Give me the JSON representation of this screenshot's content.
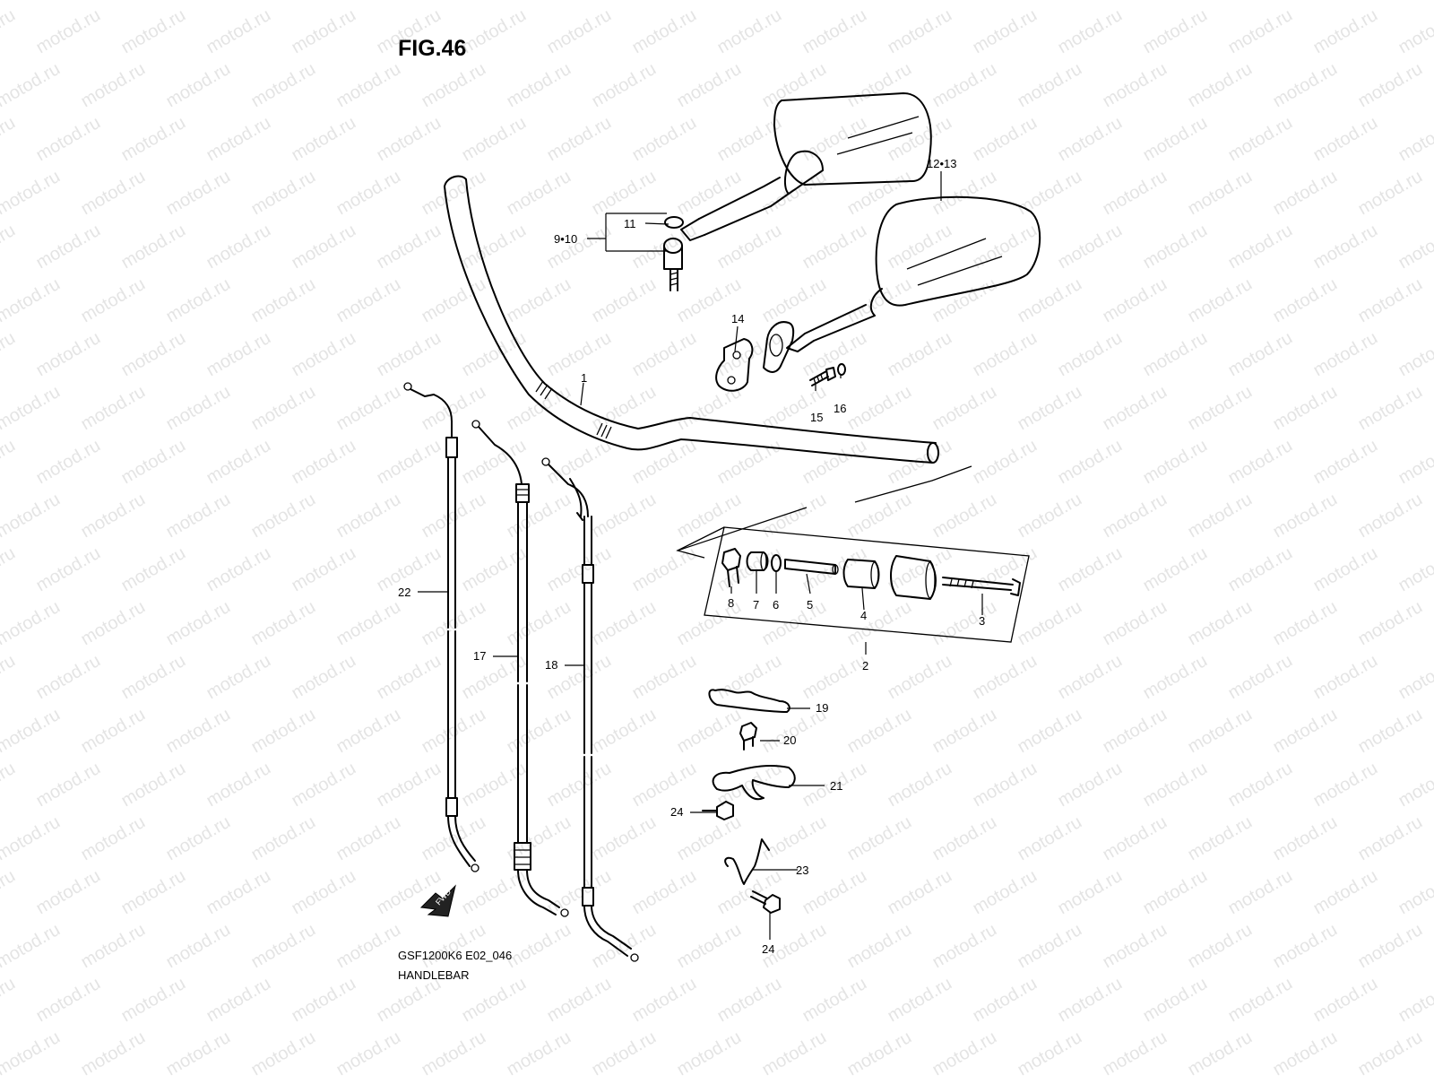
{
  "figure": {
    "title": "FIG.46",
    "code": "GSF1200K6 E02_046",
    "caption": "HANDLEBAR"
  },
  "watermark": {
    "text": "motod.ru"
  },
  "direction_marker": "FWD",
  "callouts": {
    "c1": "1",
    "c2": "2",
    "c3": "3",
    "c4": "4",
    "c5": "5",
    "c6": "6",
    "c7": "7",
    "c8": "8",
    "c9_10": "9•10",
    "c11": "11",
    "c12_13": "12•13",
    "c14": "14",
    "c15": "15",
    "c16": "16",
    "c17": "17",
    "c18": "18",
    "c19": "19",
    "c20": "20",
    "c21": "21",
    "c22": "22",
    "c23": "23",
    "c24a": "24",
    "c24b": "24"
  }
}
